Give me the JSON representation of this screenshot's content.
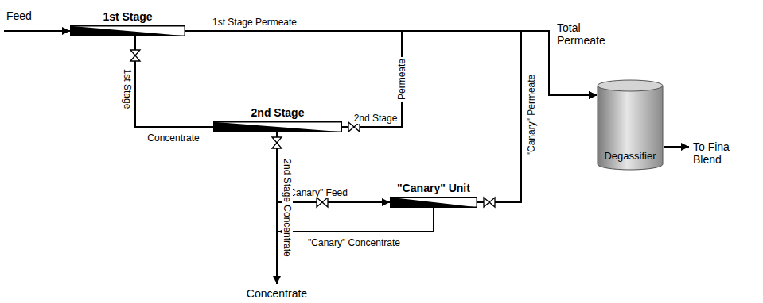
{
  "diagram": {
    "nodes": [
      {
        "text": [
          "1st Stage"
        ]
      },
      {
        "text": [
          "2nd Stage"
        ]
      },
      {
        "text": [
          "\"Canary\" Unit"
        ]
      },
      {
        "text": [
          "Degassifier"
        ]
      }
    ],
    "edges": [
      {
        "from": 0,
        "to": 1,
        "arrow": "none",
        "label": "1st Stage"
      },
      {
        "from": 0,
        "to": 3,
        "arrow": "to",
        "label": "1st Stage Permeate"
      },
      {
        "from": 1,
        "to": 3,
        "arrow": "to",
        "label": "2nd Stage"
      },
      {
        "from": 1,
        "to": 2,
        "arrow": "to",
        "label": "\"Canary\" Feed"
      },
      {
        "from": 2,
        "to": 3,
        "arrow": "to",
        "label": "\"Canary\" Permeate"
      }
    ],
    "labels": [
      "Feed",
      "Permeate",
      "2nd Stage Concentrate",
      "\"Canary\" Concentrate",
      "Concentrate",
      "Concentrate",
      "Total Permeate",
      "To Fina Blend"
    ]
  }
}
